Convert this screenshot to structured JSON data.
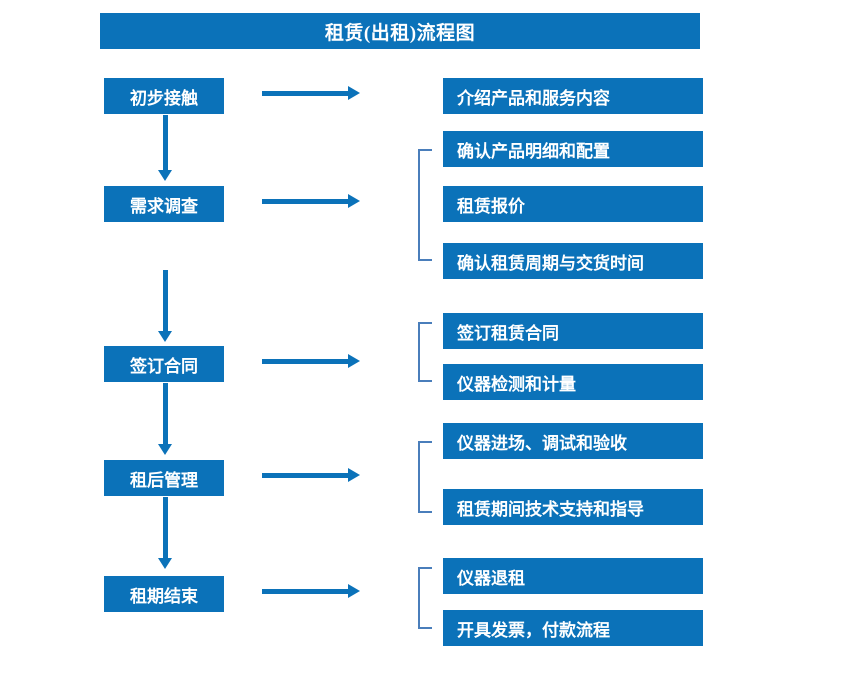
{
  "title": "租赁(出租)流程图",
  "colors": {
    "box_fill": "#0B72B9",
    "box_text": "#FFFFFF",
    "arrow": "#0B72B9",
    "bracket": "#4A7EBB",
    "background": "#FFFFFF"
  },
  "flow": {
    "stages": [
      {
        "label": "初步接触",
        "details": [
          "介绍产品和服务内容"
        ]
      },
      {
        "label": "需求调查",
        "details": [
          "确认产品明细和配置",
          "租赁报价",
          "确认租赁周期与交货时间"
        ]
      },
      {
        "label": "签订合同",
        "details": [
          "签订租赁合同",
          "仪器检测和计量"
        ]
      },
      {
        "label": "租后管理",
        "details": [
          "仪器进场、调试和验收",
          "租赁期间技术支持和指导"
        ]
      },
      {
        "label": "租期结束",
        "details": [
          "仪器退租",
          "开具发票，付款流程"
        ]
      }
    ]
  }
}
